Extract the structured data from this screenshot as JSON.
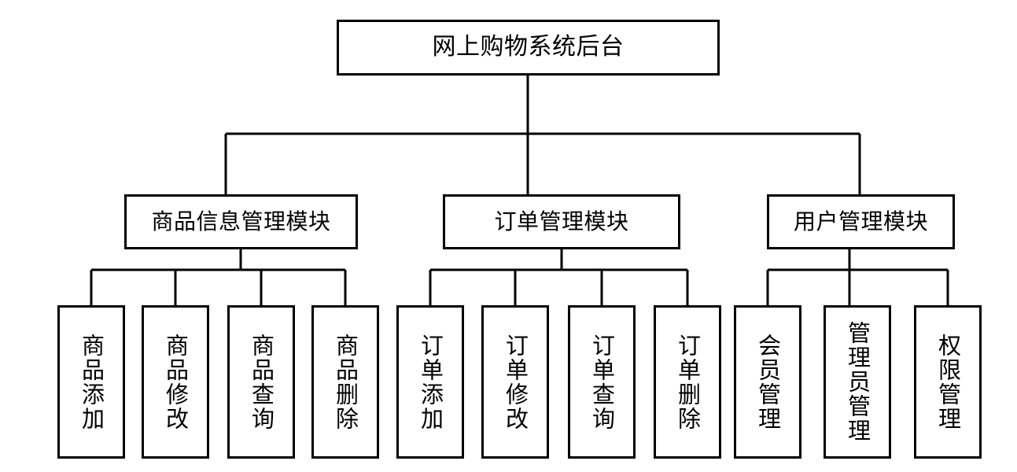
{
  "diagram": {
    "type": "hierarchy-block-diagram",
    "title": "网上购物系统后台",
    "orientation": "top-down",
    "colors": {
      "background": "#ffffff",
      "border": "#000000",
      "text": "#000000",
      "connector": "#000000"
    },
    "root": {
      "label": "网上购物系统后台",
      "text_direction": "horizontal"
    },
    "modules": [
      {
        "label": "商品信息管理模块",
        "text_direction": "horizontal",
        "children": [
          {
            "label": "商品添加",
            "text_direction": "vertical"
          },
          {
            "label": "商品修改",
            "text_direction": "vertical"
          },
          {
            "label": "商品查询",
            "text_direction": "vertical"
          },
          {
            "label": "商品删除",
            "text_direction": "vertical"
          }
        ]
      },
      {
        "label": "订单管理模块",
        "text_direction": "horizontal",
        "children": [
          {
            "label": "订单添加",
            "text_direction": "vertical"
          },
          {
            "label": "订单修改",
            "text_direction": "vertical"
          },
          {
            "label": "订单查询",
            "text_direction": "vertical"
          },
          {
            "label": "订单删除",
            "text_direction": "vertical"
          }
        ]
      },
      {
        "label": "用户管理模块",
        "text_direction": "horizontal",
        "children": [
          {
            "label": "会员管理",
            "text_direction": "vertical"
          },
          {
            "label": "管理员管理",
            "text_direction": "vertical"
          },
          {
            "label": "权限管理",
            "text_direction": "vertical"
          }
        ]
      }
    ]
  }
}
